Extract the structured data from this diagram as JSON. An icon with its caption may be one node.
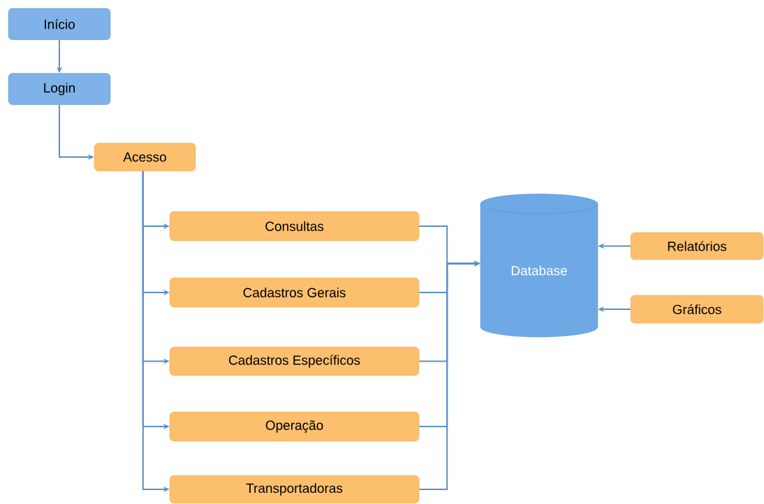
{
  "diagram": {
    "nodes": [
      {
        "text": [
          "Início"
        ]
      },
      {
        "text": [
          "Login"
        ]
      },
      {
        "text": [
          "Acesso"
        ]
      },
      {
        "text": [
          "Consultas"
        ]
      },
      {
        "text": [
          "Cadastros Gerais"
        ]
      },
      {
        "text": [
          "Cadastros Específicos"
        ]
      },
      {
        "text": [
          "Operação"
        ]
      },
      {
        "text": [
          "Transportadoras"
        ]
      },
      {
        "text": [
          "Database"
        ]
      },
      {
        "text": [
          "Relatórios"
        ]
      },
      {
        "text": [
          "Gráficos"
        ]
      }
    ],
    "edges": [
      {
        "from": 0,
        "to": 1,
        "arrow": "to"
      },
      {
        "from": 1,
        "to": 2,
        "arrow": "to"
      },
      {
        "from": 2,
        "to": 3,
        "arrow": "to"
      },
      {
        "from": 2,
        "to": 4,
        "arrow": "to"
      },
      {
        "from": 2,
        "to": 5,
        "arrow": "to"
      },
      {
        "from": 2,
        "to": 6,
        "arrow": "to"
      },
      {
        "from": 2,
        "to": 7,
        "arrow": "to"
      },
      {
        "from": 3,
        "to": 8,
        "arrow": "to"
      },
      {
        "from": 4,
        "to": 8,
        "arrow": "to"
      },
      {
        "from": 5,
        "to": 8,
        "arrow": "to"
      },
      {
        "from": 6,
        "to": 8,
        "arrow": "to"
      },
      {
        "from": 7,
        "to": 8,
        "arrow": "to"
      },
      {
        "from": 9,
        "to": 8,
        "arrow": "to"
      },
      {
        "from": 10,
        "to": 8,
        "arrow": "to"
      }
    ]
  }
}
